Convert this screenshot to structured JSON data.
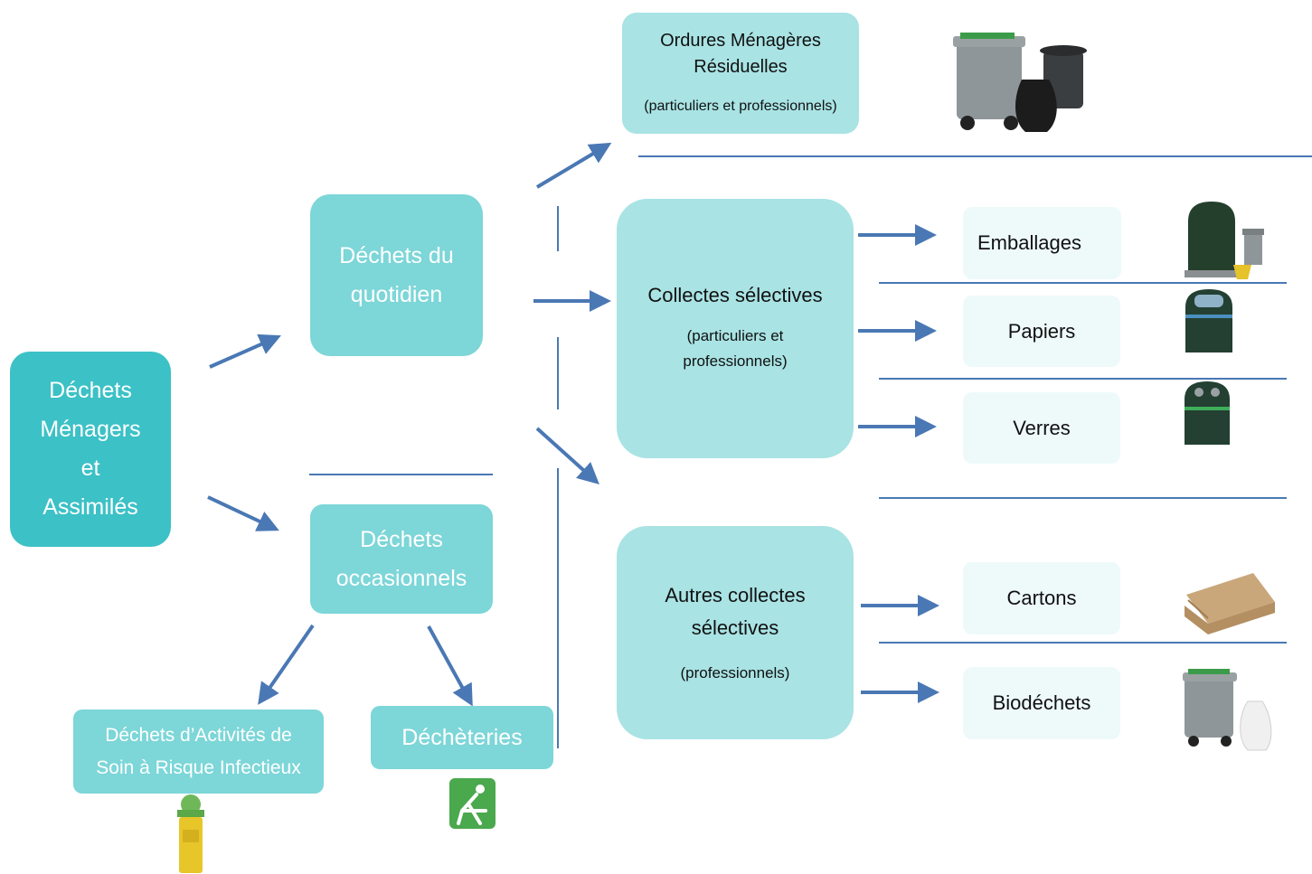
{
  "root": {
    "label_lines": [
      "Déchets",
      "Ménagers",
      "et",
      "Assimilés"
    ]
  },
  "quotidien": {
    "label_lines": [
      "Déchets du",
      "quotidien"
    ]
  },
  "occasionnels": {
    "label_lines": [
      "Déchets",
      "occasionnels"
    ]
  },
  "dasri": {
    "label_lines": [
      "Déchets d’Activités de",
      "Soin à Risque Infectieux"
    ]
  },
  "decheteries": {
    "label": "Déchèteries"
  },
  "omr": {
    "title_lines": [
      "Ordures Ménagères",
      "Résiduelles"
    ],
    "subtitle": "(particuliers et professionnels)"
  },
  "collectes": {
    "title": "Collectes sélectives",
    "subtitle_lines": [
      "(particuliers et",
      "professionnels)"
    ]
  },
  "autres": {
    "title_lines": [
      "Autres collectes",
      "sélectives"
    ],
    "subtitle": "(professionnels)"
  },
  "streams": {
    "emballages": "Emballages",
    "papiers": "Papiers",
    "verres": "Verres",
    "cartons": "Cartons",
    "biodechets": "Biodéchets"
  },
  "colors": {
    "arrow": "#4a78b4",
    "dark_box": "#3cc1c6",
    "mid_box": "#7dd6d8",
    "light_box": "#a9e3e4",
    "pale_box": "#eef9fa"
  },
  "icons": [
    "bins-and-bag-icon",
    "packaging-container-icon",
    "paper-container-icon",
    "glass-container-icon",
    "cardboard-stack-icon",
    "biowaste-bin-icon",
    "sharps-container-icon",
    "decheterie-logo-icon"
  ]
}
